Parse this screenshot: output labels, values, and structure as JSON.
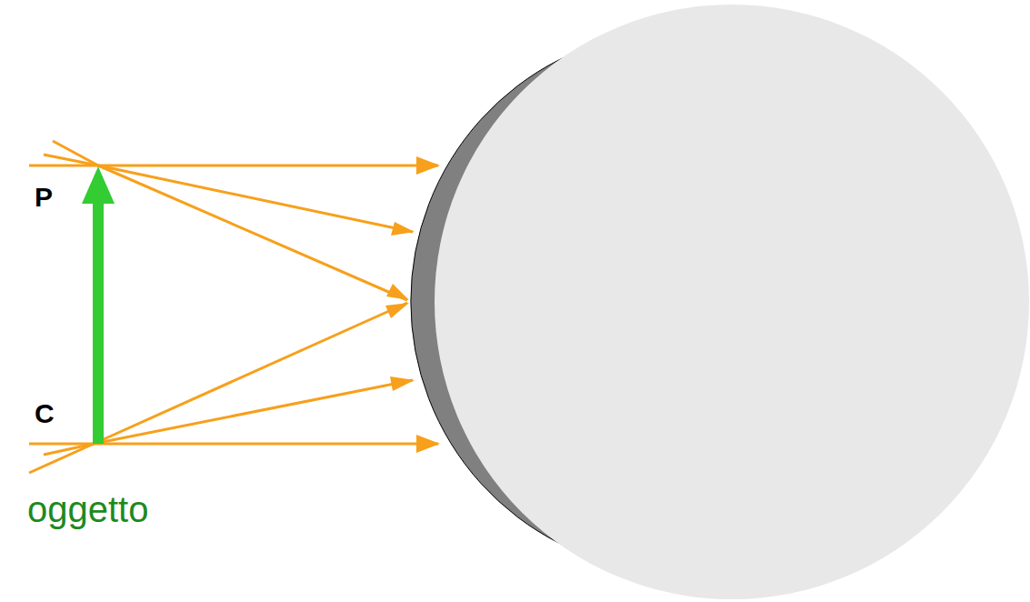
{
  "diagram": {
    "labels": [
      "P",
      "C",
      "oggetto"
    ]
  }
}
